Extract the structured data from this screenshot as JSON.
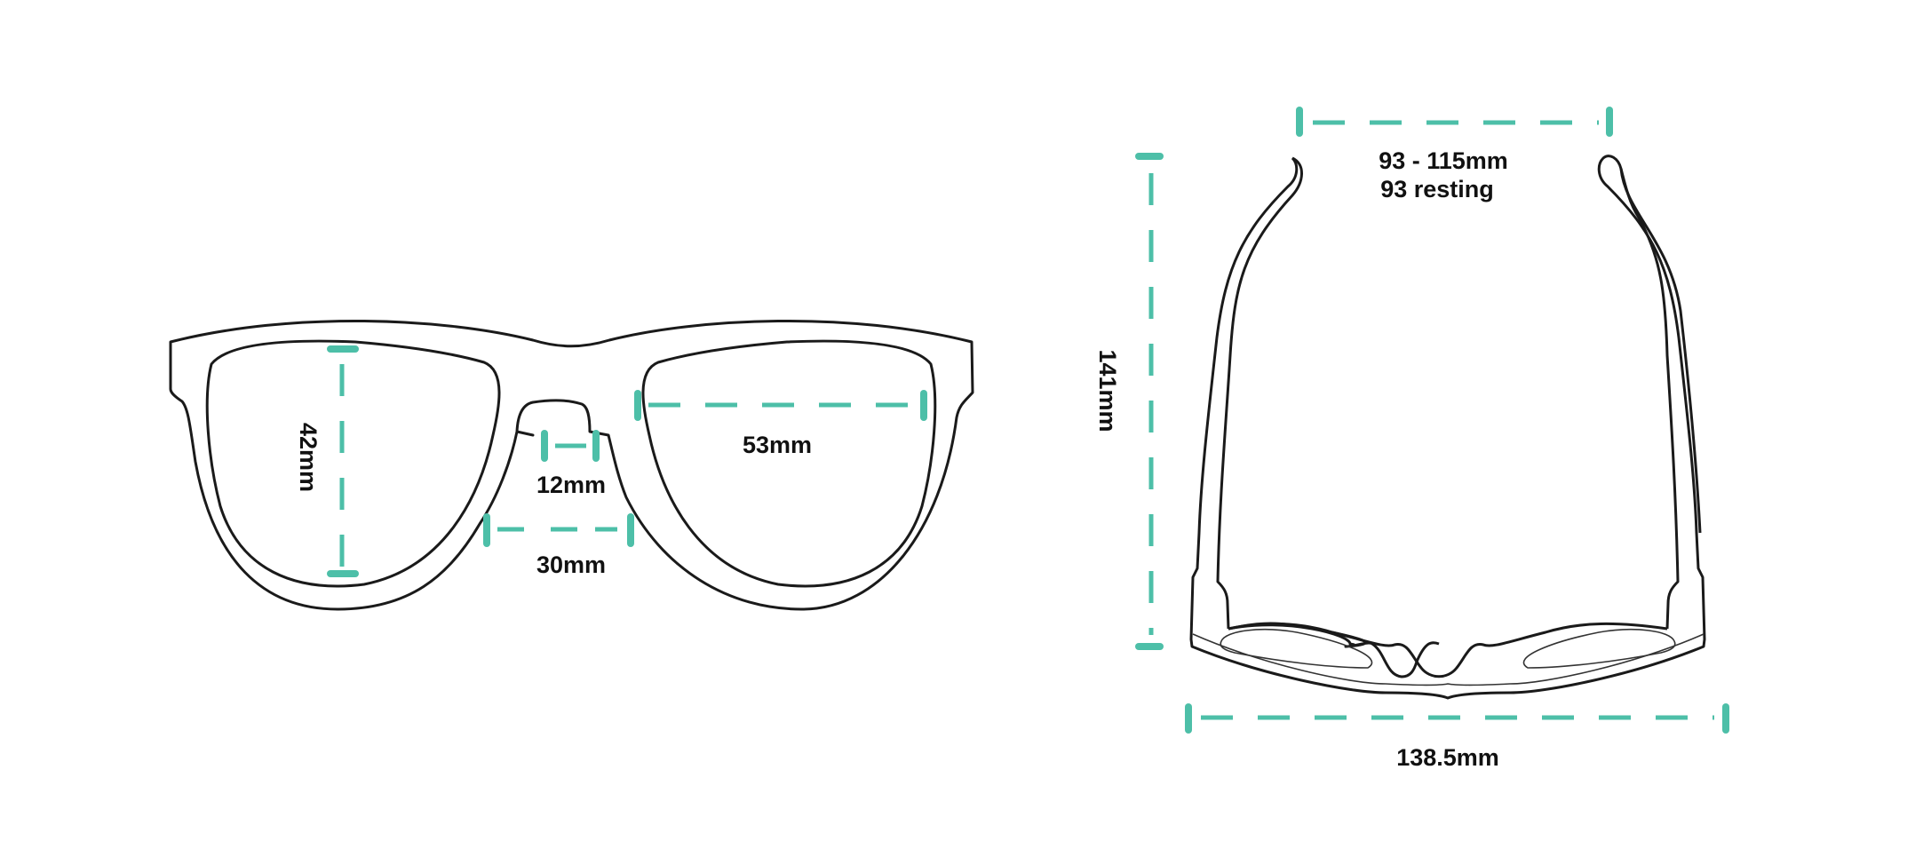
{
  "colors": {
    "dimension_line": "#4dbfa8",
    "outline": "#1a1a1a",
    "background": "#ffffff"
  },
  "front_view": {
    "lens_height": "42mm",
    "lens_width": "53mm",
    "bridge_width": "12mm",
    "bridge_bottom_width": "30mm"
  },
  "top_view": {
    "temple_spread": "93 - 115mm",
    "temple_resting": "93 resting",
    "temple_length": "141mm",
    "frame_width": "138.5mm"
  }
}
